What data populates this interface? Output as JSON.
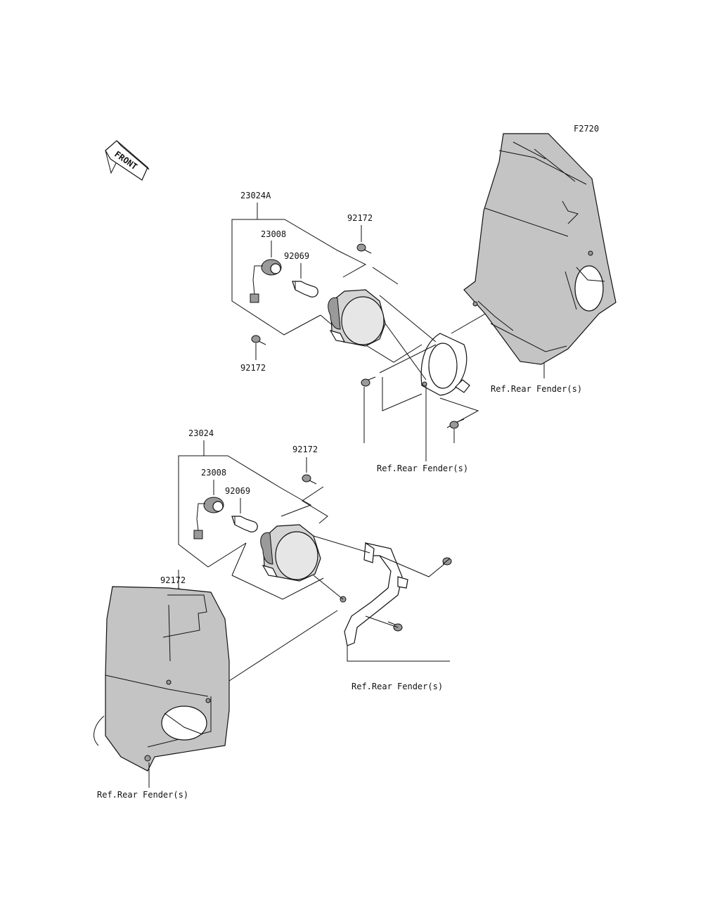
{
  "figure_code": "F2720",
  "front_marker": "FRONT",
  "upper_assembly": {
    "assembly_part": "23024A",
    "socket_part": "23008",
    "bulb_part": "92069",
    "screw_top_part": "92172",
    "screw_bottom_part": "92172",
    "ref_right": "Ref.Rear Fender(s)",
    "ref_bottom": "Ref.Rear Fender(s)"
  },
  "lower_assembly": {
    "assembly_part": "23024",
    "socket_part": "23008",
    "bulb_part": "92069",
    "screw_top_part": "92172",
    "screw_left_part": "92172",
    "ref_bracket": "Ref.Rear Fender(s)",
    "ref_fender": "Ref.Rear Fender(s)"
  }
}
